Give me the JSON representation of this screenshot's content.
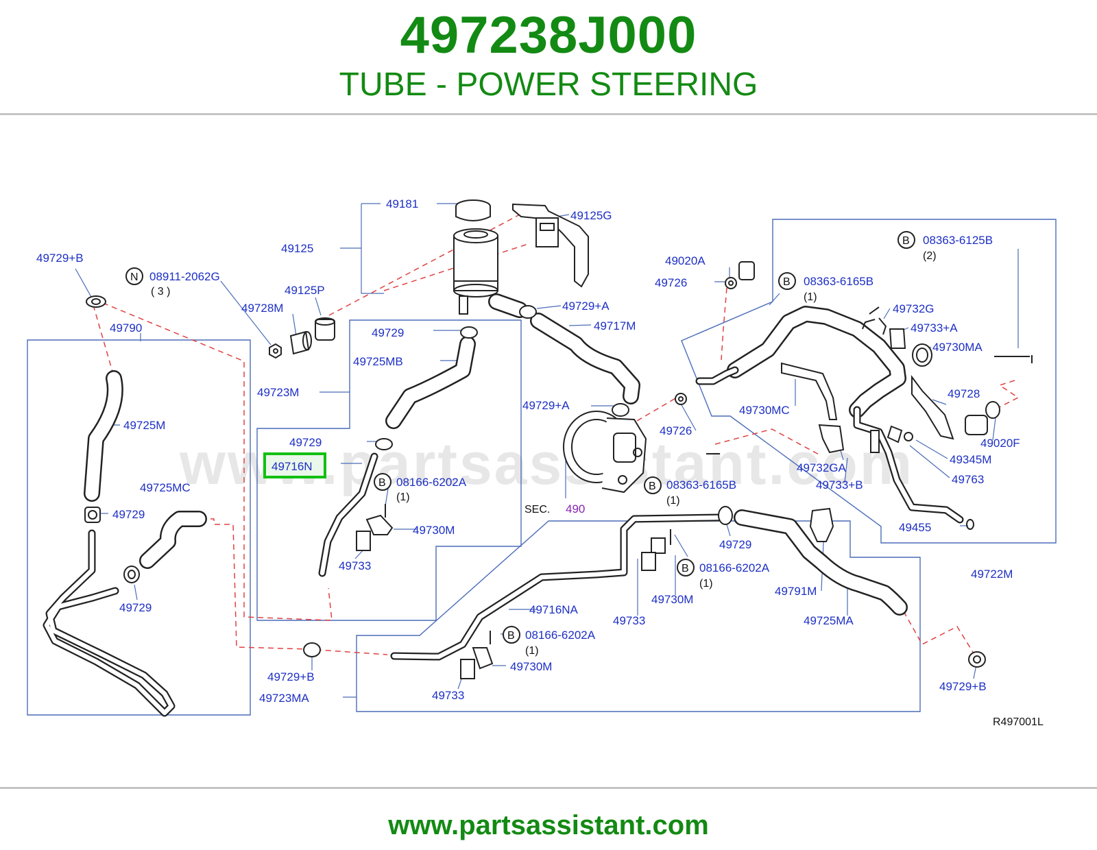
{
  "header": {
    "part_number": "497238J000",
    "part_name": "TUBE - POWER STEERING"
  },
  "footer": {
    "url": "www.partsassistant.com"
  },
  "watermark": "www.partsassistant.com",
  "diagram_code": "R497001L",
  "highlight_label": "49716N",
  "colors": {
    "accent": "#138a13",
    "label": "#1d2fc4",
    "highlight": "#12c012",
    "dashed": "#e04040",
    "section": "#8a24b0"
  },
  "callouts": {
    "p49181": "49181",
    "p49125G": "49125G",
    "p49125": "49125",
    "p49729B_top": "49729+B",
    "p08911": "08911-2062G",
    "p08911_qty": "( 3 )",
    "p49125P": "49125P",
    "p49728M": "49728M",
    "p49729A_top": "49729+A",
    "p49717M": "49717M",
    "p49790": "49790",
    "p49729_a": "49729",
    "p49725MB": "49725MB",
    "p49723M": "49723M",
    "p49729A_mid": "49729+A",
    "p49725M": "49725M",
    "p49729_b": "49729",
    "p49716N": "49716N",
    "p08166_a": "08166-6202A",
    "p08166_a_qty": "(1)",
    "p49725MC": "49725MC",
    "p49729_c": "49729",
    "p49730M_a": "49730M",
    "p49733_a": "49733",
    "p49729_d": "49729",
    "sec_text": "SEC.",
    "sec_num": "490",
    "p49020A": "49020A",
    "p49726_a": "49726",
    "p08363_6165B_a": "08363-6165B",
    "p08363_6165B_a_qty": "(1)",
    "p08363_6125B": "08363-6125B",
    "p08363_6125B_qty": "(2)",
    "p49732G": "49732G",
    "p49733A": "49733+A",
    "p49730MA": "49730MA",
    "p49730MC": "49730MC",
    "p49726_b": "49726",
    "p49728": "49728",
    "p49020F": "49020F",
    "p49732GA": "49732GA",
    "p49345M": "49345M",
    "p49733B": "49733+B",
    "p49763": "49763",
    "p08363_6165B_b": "08363-6165B",
    "p08363_6165B_b_qty": "(1)",
    "p49455": "49455",
    "p49729_e": "49729",
    "p08166_b": "08166-6202A",
    "p08166_b_qty": "(1)",
    "p49722M": "49722M",
    "p49791M": "49791M",
    "p49730M_b": "49730M",
    "p49716NA": "49716NA",
    "p49733_b": "49733",
    "p49725MA": "49725MA",
    "p08166_c": "08166-6202A",
    "p08166_c_qty": "(1)",
    "p49730M_c": "49730M",
    "p49729B_bot": "49729+B",
    "p49723MA": "49723MA",
    "p49733_c": "49733",
    "p49729B_right": "49729+B"
  },
  "markers": {
    "n": "N",
    "b": "B"
  }
}
